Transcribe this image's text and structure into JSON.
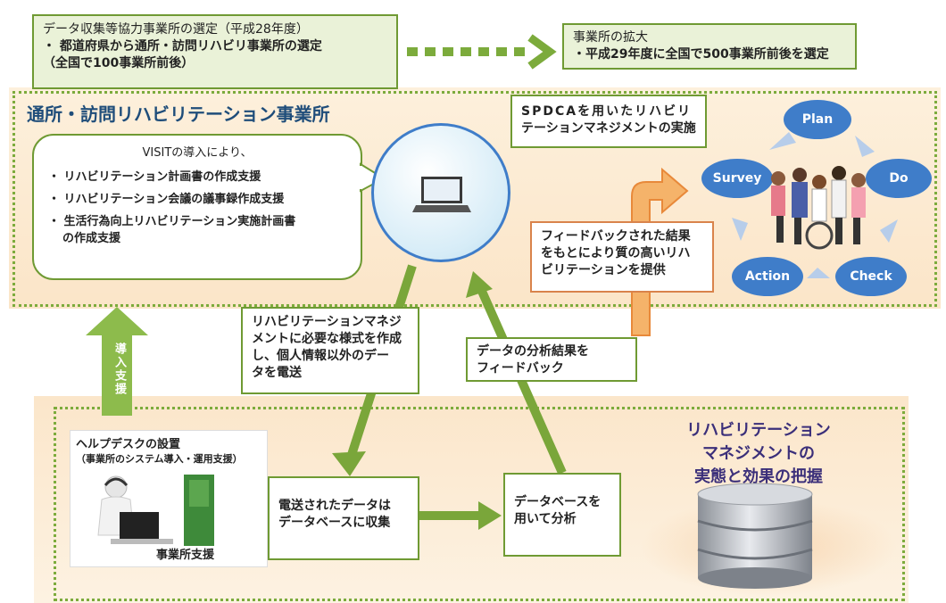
{
  "top_left_box": {
    "title": "データ収集等協力事業所の選定（平成28年度）",
    "line1": "・ 都道府県から通所・訪問リハビリ事業所の選定",
    "line2": "（全国で100事業所前後）"
  },
  "top_right_box": {
    "title": "事業所の拡大",
    "line1": "・平成29年度に全国で500事業所前後を選定"
  },
  "facility_section_title": "通所・訪問リハビリテーション事業所",
  "visit_bubble": {
    "heading": "VISITの導入により、",
    "items": [
      "リハビリテーション計画書の作成支援",
      "リハビリテーション会議の議事録作成支援",
      "生活行為向上リハビリテーション実施計画書"
    ],
    "item3_cont": "の作成支援"
  },
  "spdca_box": {
    "line1": "SPDCAを用いたリハビリ",
    "line2": "テーションマネジメントの実施"
  },
  "pdca": {
    "plan": "Plan",
    "do": "Do",
    "check": "Check",
    "action": "Action",
    "survey": "Survey"
  },
  "feedback_result_box": {
    "line1": "フィードバックされた結果",
    "line2": "をもとにより質の高いリハ",
    "line3": "ビリテーションを提供"
  },
  "send_box": {
    "line1": "リハビリテーションマネジ",
    "line2": "メントに必要な様式を作成",
    "line3": "し、個人情報以外のデー",
    "line4": "タを電送"
  },
  "analysis_feedback_box": {
    "line1": "データの分析結果を",
    "line2": "フィードバック"
  },
  "intro_support_arrow": "導入支援",
  "helpdesk": {
    "title": "ヘルプデスクの設置",
    "subtitle": "（事業所のシステム導入・運用支援）",
    "caption": "事業所支援"
  },
  "collect_box": {
    "line1": "電送されたデータは",
    "line2": "データベースに収集"
  },
  "analyze_box": {
    "line1": "データベースを",
    "line2": "用いて分析"
  },
  "goal_text": {
    "line1": "リハビリテーション",
    "line2": "マネジメントの",
    "line3": "実態と効果の把握"
  },
  "colors": {
    "green": "#7cab3c",
    "orange": "#f0a050",
    "blue": "#3f7dc9"
  }
}
